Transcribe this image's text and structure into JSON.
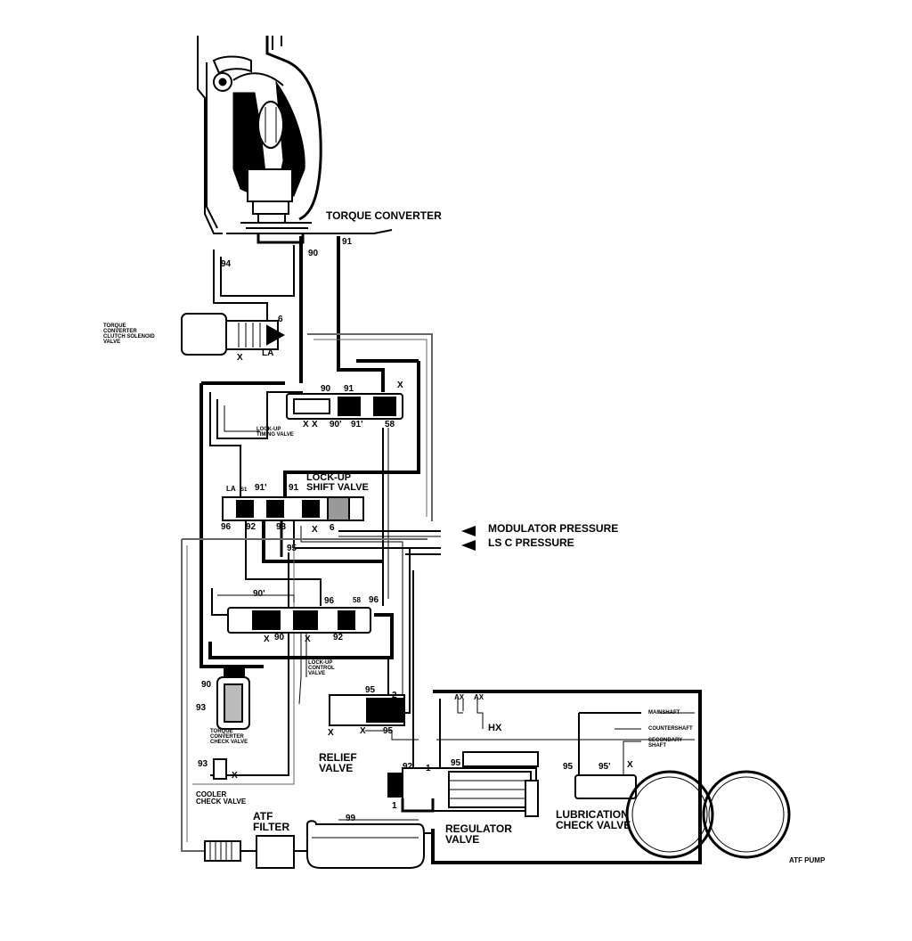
{
  "labels": {
    "torque_converter": "TORQUE CONVERTER",
    "tcc_solenoid": "TORQUE\nCONVERTER\nCLUTCH SOLENOID\nVALVE",
    "lockup_timing": "LOCK-UP\nTIMING VALVE",
    "lockup_shift": "LOCK-UP\nSHIFT VALVE",
    "modulator_pressure": "MODULATOR PRESSURE",
    "lsc_pressure": "LS C PRESSURE",
    "lockup_control": "LOCK-UP\nCONTROL\nVALVE",
    "tc_check_valve": "TORQUE\nCONVERTER\nCHECK VALVE",
    "relief_valve": "RELIEF\nVALVE",
    "cooler_check": "COOLER\nCHECK VALVE",
    "atf_filter": "ATF\nFILTER",
    "regulator_valve": "REGULATOR\nVALVE",
    "lubrication_check": "LUBRICATION\nCHECK VALVE",
    "atf_pump": "ATF PUMP",
    "mainshaft": "MAINSHAFT",
    "countershaft": "COUNTERSHAFT",
    "secondary_shaft": "SECONDARY\nSHAFT",
    "hx": "HX",
    "ax1": "AX",
    "ax2": "AX"
  },
  "port_numbers": {
    "p90_top": "90",
    "p91_top": "91",
    "p94": "94",
    "p6_top": "6",
    "la_top": "LA",
    "x_sol": "X",
    "p90_timing": "90",
    "p91_timing": "91",
    "x_timing1": "X",
    "x_timing2": "X",
    "p90p_timing": "90'",
    "p91p_timing": "91'",
    "p58_timing": "58",
    "x_timing_right": "X",
    "la_shift": "LA",
    "s1_shift": "S1",
    "p91p_shift": "91'",
    "p91_shift": "91",
    "p96_shift": "96",
    "p92_shift": "92",
    "p93_shift": "93",
    "x_shift": "X",
    "p6_shift": "6",
    "p95_shift": "95",
    "p90p_ctrl": "90'",
    "p96_ctrl": "96",
    "p58_ctrl": "58",
    "p96_ctrl_r": "96",
    "x_ctrl1": "X",
    "p90_ctrl": "90",
    "x_ctrl2": "X",
    "p92_ctrl": "92",
    "p90_tcc": "90",
    "p93_tcc": "93",
    "p93_cool": "93",
    "x_cool": "X",
    "p95_relief": "95",
    "p2_relief": "2",
    "x_relief1": "X",
    "x_relief2": "X",
    "p95_relief_b": "95",
    "p92_reg": "92",
    "p1_reg": "1",
    "p95_reg": "95",
    "p1_reg_b": "1",
    "p99": "99",
    "p95_lub": "95",
    "p95p_lub": "95'",
    "x_lub": "X"
  }
}
